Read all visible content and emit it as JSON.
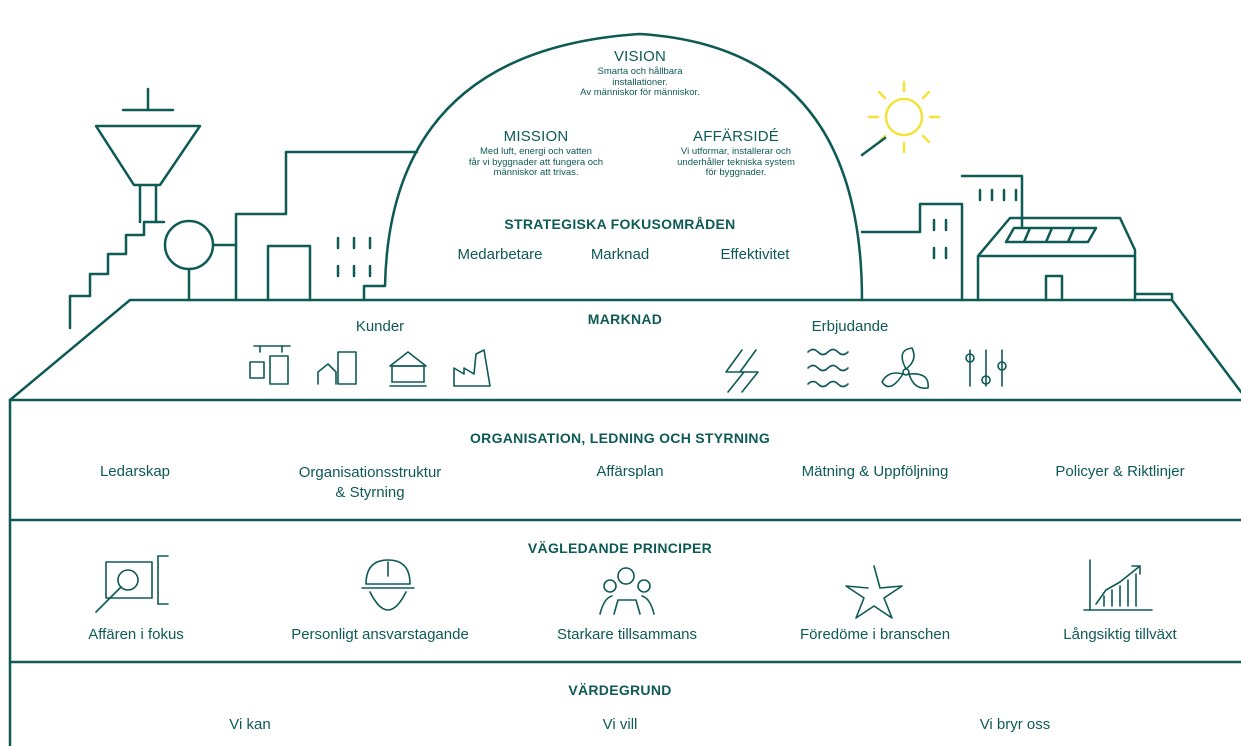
{
  "colors": {
    "primary": "#0e5a55",
    "sun": "#f2e33a",
    "background": "#ffffff"
  },
  "vision": {
    "title": "VISION",
    "text": "Smarta och hållbara\ninstallationer.\nAv människor för människor."
  },
  "mission": {
    "title": "MISSION",
    "text": "Med luft, energi och vatten\nfår vi byggnader att fungera och\nmänniskor att trivas."
  },
  "affarside": {
    "title": "AFFÄRSIDÉ",
    "text": "Vi utformar, installerar och\nunderhåller tekniska system\nför byggnader."
  },
  "strategic": {
    "title": "STRATEGISKA FOKUSOMRÅDEN",
    "items": [
      "Medarbetare",
      "Marknad",
      "Effektivitet"
    ]
  },
  "market": {
    "title": "MARKNAD",
    "customers_label": "Kunder",
    "offering_label": "Erbjudande",
    "customer_icons": [
      "port-crane-icon",
      "city-buildings-icon",
      "public-building-icon",
      "factory-icon"
    ],
    "offering_icons": [
      "electricity-icon",
      "water-waves-icon",
      "fan-icon",
      "control-sliders-icon"
    ]
  },
  "organisation": {
    "title": "ORGANISATION, LEDNING OCH STYRNING",
    "items": [
      "Ledarskap",
      "Organisationsstruktur\n& Styrning",
      "Affärsplan",
      "Mätning & Uppföljning",
      "Policyer & Riktlinjer"
    ]
  },
  "principles": {
    "title": "VÄGLEDANDE PRINCIPER",
    "items": [
      {
        "label": "Affären i fokus",
        "icon": "magnifier-icon"
      },
      {
        "label": "Personligt ansvarstagande",
        "icon": "hardhat-person-icon"
      },
      {
        "label": "Starkare tillsammans",
        "icon": "group-people-icon"
      },
      {
        "label": "Föredöme i branschen",
        "icon": "star-icon"
      },
      {
        "label": "Långsiktig tillväxt",
        "icon": "growth-chart-icon"
      }
    ]
  },
  "values": {
    "title": "VÄRDEGRUND",
    "items": [
      "Vi kan",
      "Vi vill",
      "Vi bryr oss"
    ]
  }
}
